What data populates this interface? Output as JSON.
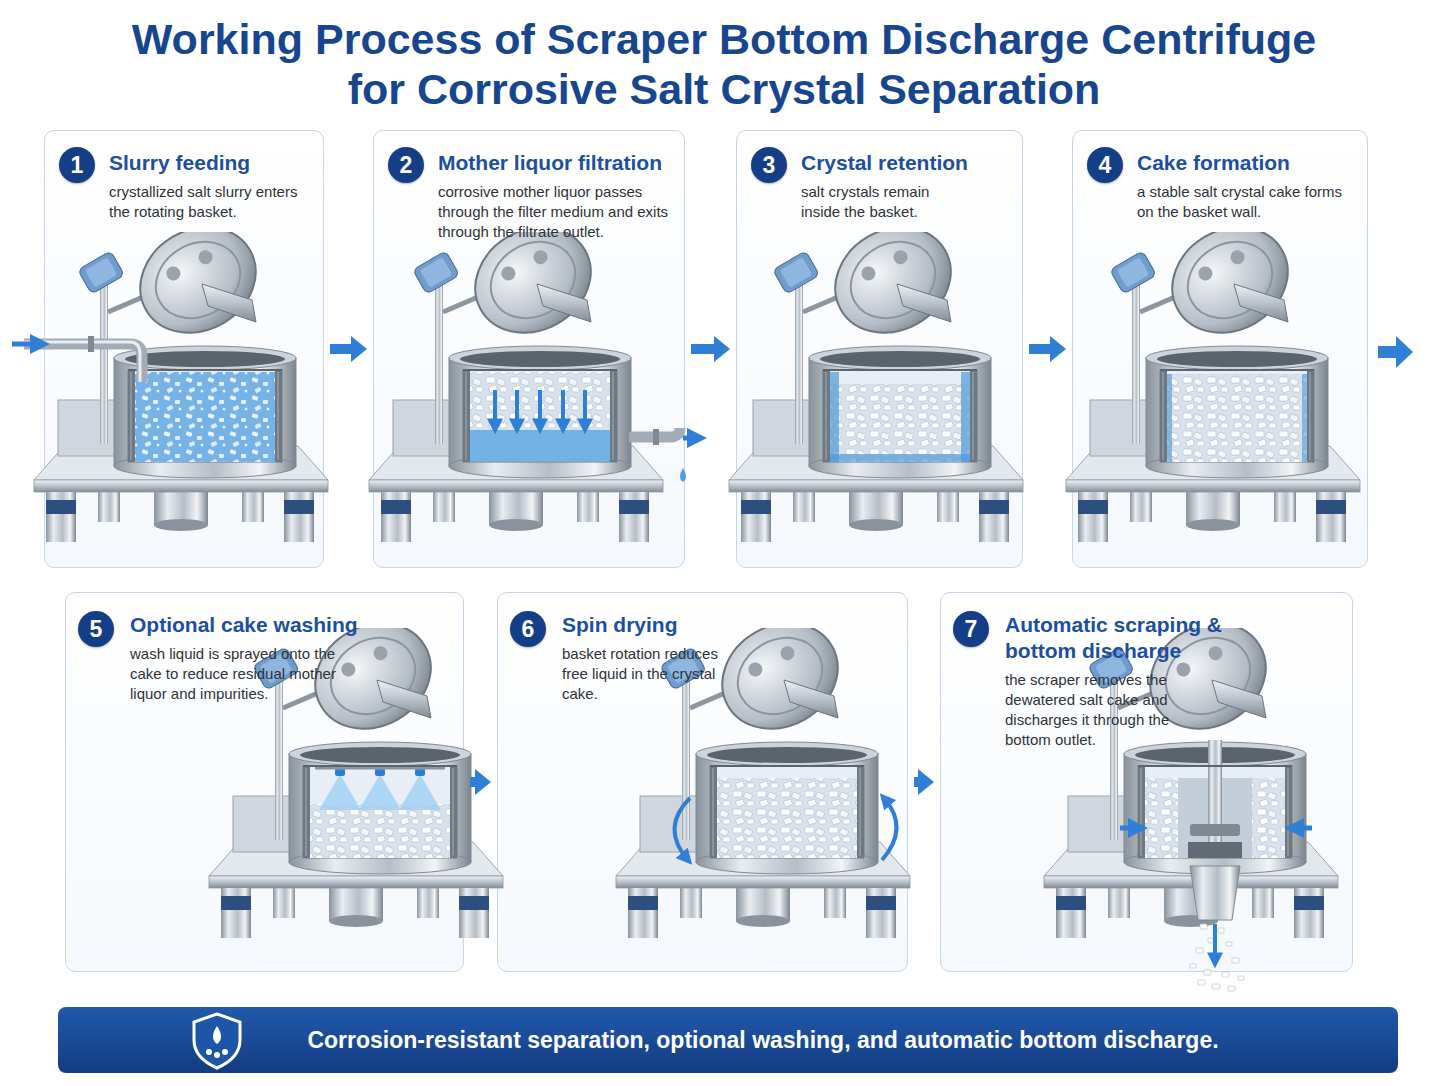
{
  "diagram": {
    "title": "Working Process of Scraper Bottom Discharge Centrifuge for Corrosive Salt Crystal Separation",
    "nodes": [
      {
        "text": [
          "Slurry feeding",
          "crystallized salt slurry enters the rotating basket."
        ]
      },
      {
        "text": [
          "1"
        ],
        "in": 0
      },
      {
        "text": [
          "Mother liquor filtration",
          "corrosive mother liquor passes through the filter medium and exits through the filtrate outlet."
        ]
      },
      {
        "text": [
          "2"
        ],
        "in": 2
      },
      {
        "text": [
          "Crystal retention",
          "salt crystals remain inside the basket."
        ]
      },
      {
        "text": [
          "3"
        ],
        "in": 4
      },
      {
        "text": [
          "Cake formation",
          "a stable salt crystal cake forms on the basket wall."
        ]
      },
      {
        "text": [
          "4"
        ],
        "in": 6
      },
      {
        "text": [
          "Optional cake washing",
          "wash liquid is sprayed onto the cake to reduce residual mother liquor and impurities."
        ]
      },
      {
        "text": [
          "5"
        ],
        "in": 8
      },
      {
        "text": [
          "Spin drying",
          "basket rotation reduces free liquid in the crystal cake."
        ]
      },
      {
        "text": [
          "6"
        ],
        "in": 10
      },
      {
        "text": [
          "Automatic scraping & bottom discharge",
          "the scraper removes the dewatered salt cake and discharges it through the bottom outlet."
        ]
      },
      {
        "text": [
          "7"
        ],
        "in": 12
      },
      {
        "text": [
          "Corrosion-resistant separation, optional washing, and automatic bottom discharge."
        ]
      }
    ],
    "edges": [
      {
        "from": 0,
        "to": 2,
        "arrow": "to"
      },
      {
        "from": 2,
        "to": 4,
        "arrow": "to"
      },
      {
        "from": 4,
        "to": 6,
        "arrow": "to"
      },
      {
        "from": 8,
        "to": 10,
        "arrow": "to"
      },
      {
        "from": 10,
        "to": 12,
        "arrow": "to"
      }
    ]
  }
}
